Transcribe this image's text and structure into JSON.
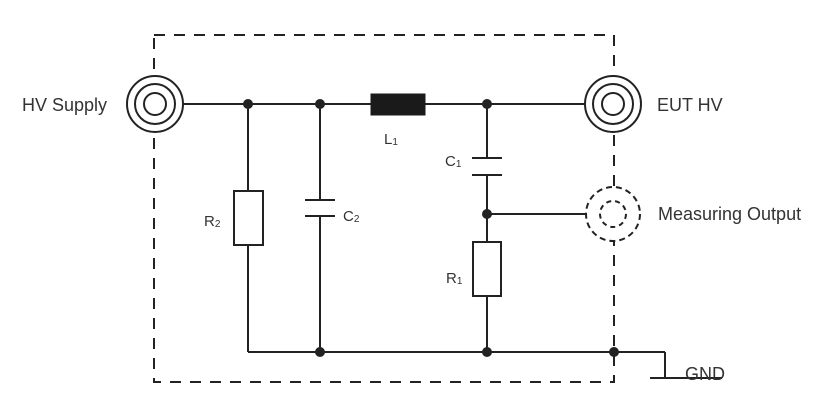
{
  "connectors": {
    "hv_supply": "HV Supply",
    "eut_hv": "EUT HV",
    "measuring_output": "Measuring Output",
    "ground": "GND"
  },
  "components": {
    "l1": {
      "letter": "L",
      "index": "1"
    },
    "c1": {
      "letter": "C",
      "index": "1"
    },
    "c2": {
      "letter": "C",
      "index": "2"
    },
    "r1": {
      "letter": "R",
      "index": "1"
    },
    "r2": {
      "letter": "R",
      "index": "2"
    }
  },
  "colors": {
    "line": "#222222",
    "text": "#333333",
    "inductor_fill": "#1a1a1a"
  }
}
